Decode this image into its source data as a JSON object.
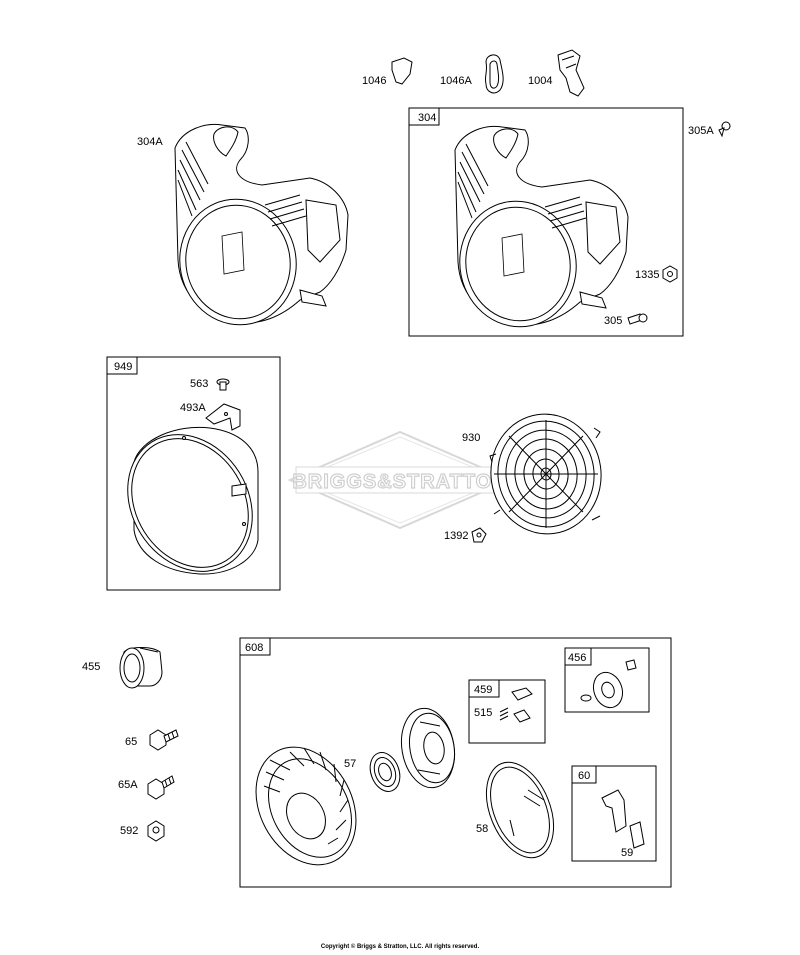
{
  "watermark": "BRIGGS&STRATTON",
  "copyright": "Copyright © Briggs & Stratton, LLC. All rights reserved.",
  "boxes": {
    "b304": "304",
    "b949": "949",
    "b608": "608",
    "b459": "459",
    "b456": "456",
    "b60": "60"
  },
  "labels": {
    "p1046": "1046",
    "p1046A": "1046A",
    "p1004": "1004",
    "p304A": "304A",
    "p305A": "305A",
    "p1335": "1335",
    "p305": "305",
    "p563": "563",
    "p493A": "493A",
    "p930": "930",
    "p1392": "1392",
    "p455": "455",
    "p65": "65",
    "p65A": "65A",
    "p592": "592",
    "p57": "57",
    "p515": "515",
    "p58": "58",
    "p59": "59"
  }
}
